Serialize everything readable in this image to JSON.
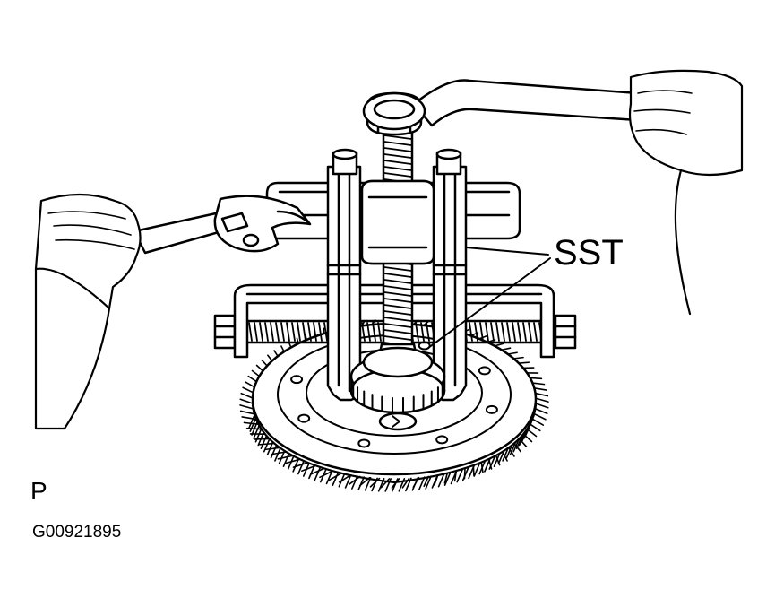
{
  "figure": {
    "callout": "SST",
    "view_letter": "P",
    "figure_id": "G00921895"
  },
  "icons": {
    "main": "gear-puller-illustration",
    "bearing": "bearing-icon",
    "gear": "gear-icon",
    "wrench": "wrench-icon",
    "ring-wrench": "ring-wrench-icon",
    "hand": "hand-icon"
  },
  "colors": {
    "ink": "#000000",
    "paper": "#ffffff"
  }
}
